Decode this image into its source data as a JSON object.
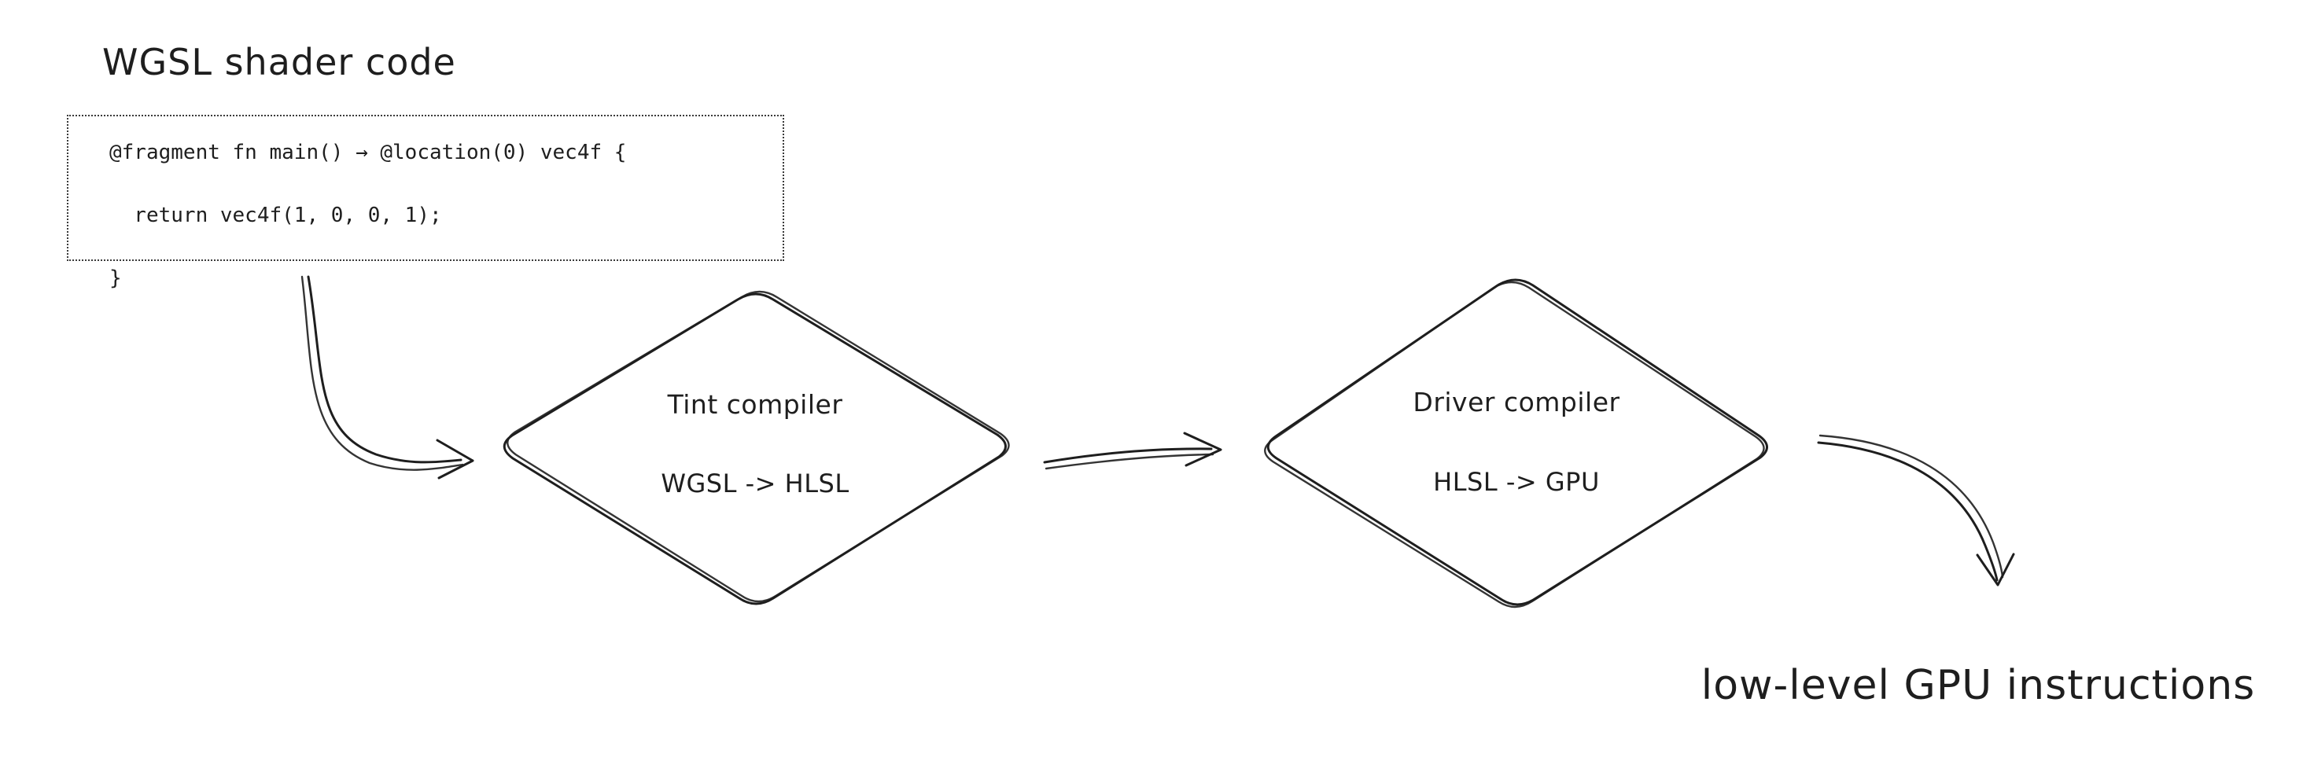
{
  "diagram": {
    "title": "WGSL shader code",
    "code_box": {
      "lines": [
        "@fragment fn main() → @location(0) vec4f {",
        "  return vec4f(1, 0, 0, 1);",
        "}"
      ]
    },
    "nodes": [
      {
        "id": "tint-compiler",
        "shape": "diamond",
        "label": "Tint compiler",
        "sublabel": "WGSL -> HLSL"
      },
      {
        "id": "driver-compiler",
        "shape": "diamond",
        "label": "Driver compiler",
        "sublabel": "HLSL -> GPU"
      }
    ],
    "edges": [
      {
        "from": "code-box",
        "to": "tint-compiler"
      },
      {
        "from": "tint-compiler",
        "to": "driver-compiler"
      },
      {
        "from": "driver-compiler",
        "to": "output-label"
      }
    ],
    "output_label": "low-level GPU instructions",
    "colors": {
      "stroke": "#1e1e1e",
      "background": "#ffffff"
    }
  }
}
